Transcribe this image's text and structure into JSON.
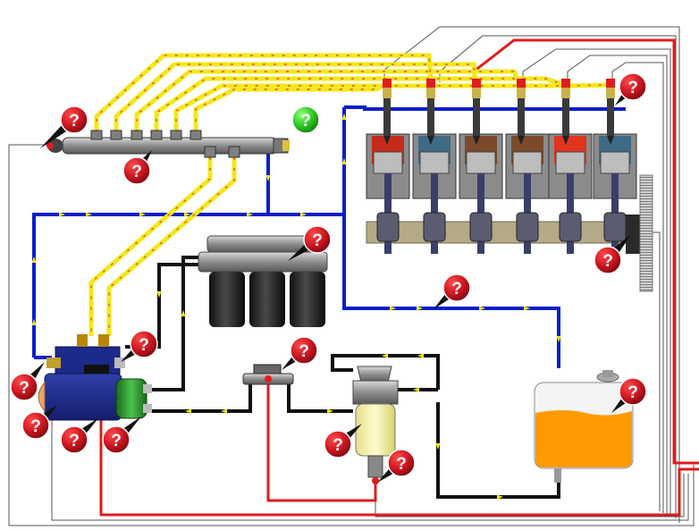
{
  "diagram": {
    "components": [
      {
        "name": "fuel-rail",
        "icon": "fuel-rail-icon"
      },
      {
        "name": "rail-pressure-sensor",
        "icon": "sensor-icon"
      },
      {
        "name": "pressure-relief-valve",
        "icon": "valve-icon"
      },
      {
        "name": "injectors",
        "count": 6,
        "icon": "injector-icon"
      },
      {
        "name": "engine-cylinders",
        "count": 6,
        "icon": "piston-icon"
      },
      {
        "name": "crankshaft",
        "icon": "crankshaft-icon"
      },
      {
        "name": "flywheel-speed-sensor",
        "icon": "flywheel-icon"
      },
      {
        "name": "high-pressure-pump",
        "icon": "pump-icon"
      },
      {
        "name": "fuel-filters",
        "count": 3,
        "icon": "filter-icon"
      },
      {
        "name": "pre-filter-water-separator",
        "icon": "filter-icon"
      },
      {
        "name": "fuel-tank",
        "icon": "tank-icon"
      },
      {
        "name": "hand-primer",
        "icon": "primer-icon"
      }
    ],
    "line_colors": {
      "high_pressure": "#f2e81a",
      "high_pressure_arrows": "#e8502a",
      "low_pressure_feed": "#111111",
      "return": "#0a1fc8",
      "signal": "#e11b1b",
      "wiring": "#555555",
      "fuel": "#ff9a00"
    },
    "markers": [
      {
        "id": "q1",
        "symbol": "?",
        "state": "unanswered",
        "color": "#c8141e"
      },
      {
        "id": "q2",
        "symbol": "?",
        "state": "answered",
        "color": "#2bc41f"
      },
      {
        "id": "q3",
        "symbol": "?",
        "state": "unanswered",
        "color": "#c8141e"
      },
      {
        "id": "q4",
        "symbol": "?",
        "state": "unanswered",
        "color": "#c8141e"
      },
      {
        "id": "q5",
        "symbol": "?",
        "state": "unanswered",
        "color": "#c8141e"
      },
      {
        "id": "q6",
        "symbol": "?",
        "state": "unanswered",
        "color": "#c8141e"
      },
      {
        "id": "q7",
        "symbol": "?",
        "state": "unanswered",
        "color": "#c8141e"
      },
      {
        "id": "q8",
        "symbol": "?",
        "state": "unanswered",
        "color": "#c8141e"
      },
      {
        "id": "q9",
        "symbol": "?",
        "state": "unanswered",
        "color": "#c8141e"
      },
      {
        "id": "q10",
        "symbol": "?",
        "state": "unanswered",
        "color": "#c8141e"
      },
      {
        "id": "q11",
        "symbol": "?",
        "state": "unanswered",
        "color": "#c8141e"
      },
      {
        "id": "q12",
        "symbol": "?",
        "state": "unanswered",
        "color": "#c8141e"
      },
      {
        "id": "q13",
        "symbol": "?",
        "state": "unanswered",
        "color": "#c8141e"
      },
      {
        "id": "q14",
        "symbol": "?",
        "state": "unanswered",
        "color": "#c8141e"
      },
      {
        "id": "q15",
        "symbol": "?",
        "state": "unanswered",
        "color": "#c8141e"
      }
    ]
  }
}
